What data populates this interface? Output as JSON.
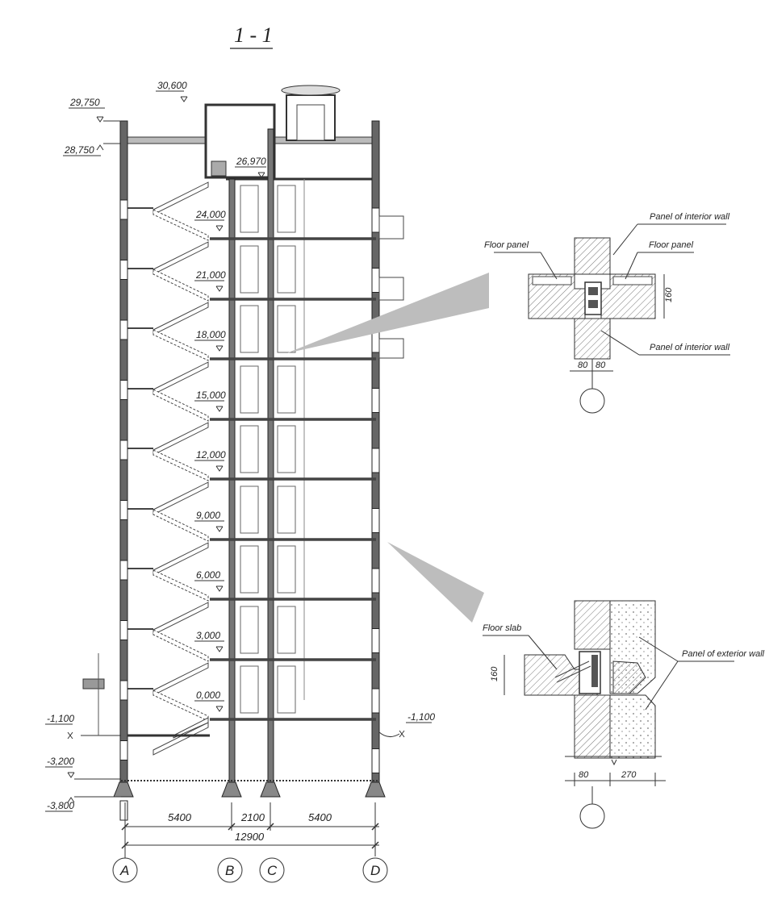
{
  "title": "1 - 1",
  "elevations": {
    "top_roof": "30,600",
    "parapet_top": "29,750",
    "parapet_low": "28,750",
    "attic_floor": "26,970",
    "ground_left": "-1,100",
    "ground_right": "-1,100",
    "basement_floor": "-3,200",
    "foundation_base": "-3,800",
    "floor_levels": [
      "24,000",
      "21,000",
      "18,000",
      "15,000",
      "12,000",
      "9,000",
      "6,000",
      "3,000",
      "0,000"
    ]
  },
  "dimensions": {
    "span_ab": "5400",
    "span_bc": "2100",
    "span_cd": "5400",
    "total": "12900"
  },
  "axes": [
    "A",
    "B",
    "C",
    "D"
  ],
  "detail_top": {
    "panel_interior_top": "Panel of interior wall",
    "floor_panel_left": "Floor panel",
    "floor_panel_right": "Floor panel",
    "panel_interior_bottom": "Panel of interior wall",
    "dim_height": "160",
    "dim_a": "80",
    "dim_b": "80"
  },
  "detail_bottom": {
    "floor_slab": "Floor slab",
    "panel_exterior": "Panel of exterior wall",
    "dim_height": "160",
    "dim_a": "80",
    "dim_b": "270"
  }
}
